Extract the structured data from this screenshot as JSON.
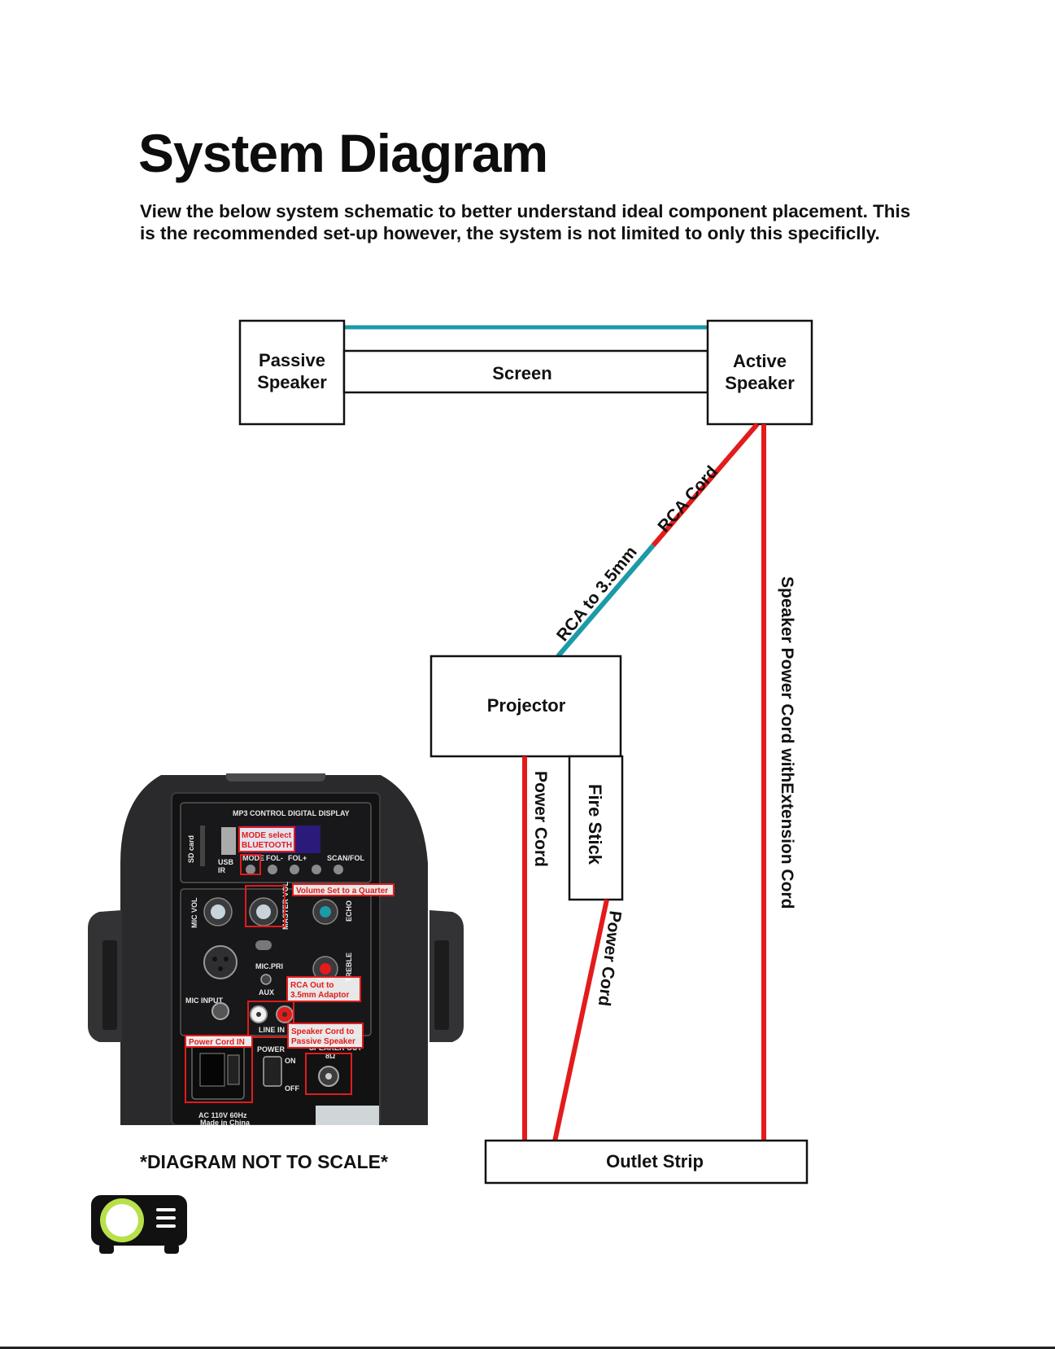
{
  "page": {
    "title": "System Diagram",
    "description": "View the below system schematic to better understand ideal component placement. This is the recommended set-up however, the system is not limited to only this specificlly.",
    "scale_note": "*DIAGRAM NOT TO SCALE*"
  },
  "components": {
    "passive_speaker": [
      "Passive",
      "Speaker"
    ],
    "screen": "Screen",
    "active_speaker": [
      "Active",
      "Speaker"
    ],
    "projector": "Projector",
    "fire_stick": "Fire Stick",
    "outlet_strip": "Outlet Strip"
  },
  "cables": {
    "rca_cord": "RCA Cord",
    "rca_to_35": "RCA to 3.5mm",
    "projector_power": "Power Cord",
    "firestick_power": "Power Cord",
    "speaker_power": "Speaker Power Cord  withExtension Cord"
  },
  "speaker_panel": {
    "display_header": "MP3 CONTROL DIGITAL DISPLAY",
    "sd_label": "SD card",
    "usb_label": "USB",
    "ir_label": "IR",
    "button_labels": [
      "MODE",
      "FOL-",
      "FOL+",
      "",
      "SCAN/FOL"
    ],
    "knob_labels": [
      "MIC VOL",
      "MASTER VOL",
      "ECHO",
      "TREBLE"
    ],
    "mic_input": "MIC INPUT",
    "mic_pri": "MIC.PRI",
    "aux": "AUX",
    "line_in": "LINE IN",
    "power": "POWER",
    "on": "ON",
    "off": "OFF",
    "speaker_out": "SPEAKER OUT",
    "ohms": "8Ω",
    "ac_rating": "AC 110V 60Hz",
    "made_in": "Made in China",
    "callouts": {
      "mode": [
        "MODE select",
        "BLUETOOTH"
      ],
      "volume": "Volume Set to a Quarter",
      "rca_out": [
        "RCA Out to",
        "3.5mm Adaptor"
      ],
      "speaker_cord": [
        "Speaker Cord to",
        "Passive Speaker"
      ],
      "power_in": "Power Cord IN"
    }
  },
  "colors": {
    "red_cable": "#e31b1b",
    "teal_cable": "#1b9aa8",
    "logo_green": "#b8e04a",
    "ink": "#111111"
  },
  "icons": {
    "logo": "projector-logo-icon"
  }
}
